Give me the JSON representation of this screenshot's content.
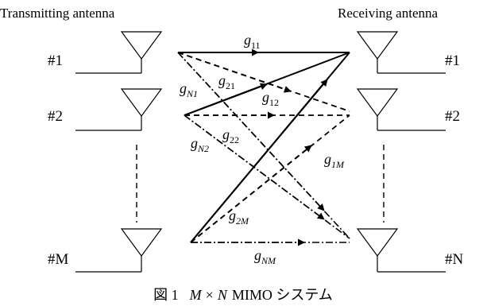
{
  "labels": {
    "tx_title": "Transmitting antenna",
    "rx_title": "Receiving antenna",
    "tx_ports": [
      "#1",
      "#2",
      "#M"
    ],
    "rx_ports": [
      "#1",
      "#2",
      "#N"
    ]
  },
  "gains": {
    "g11": {
      "base": "g",
      "sub": "11"
    },
    "gN1": {
      "base": "g",
      "sub": "N1"
    },
    "g21": {
      "base": "g",
      "sub": "21"
    },
    "g12": {
      "base": "g",
      "sub": "12"
    },
    "g22": {
      "base": "g",
      "sub": "22"
    },
    "gN2": {
      "base": "g",
      "sub": "N2"
    },
    "g1M": {
      "base": "g",
      "sub": "1M"
    },
    "g2M": {
      "base": "g",
      "sub": "2M"
    },
    "gNM": {
      "base": "g",
      "sub": "NM"
    }
  },
  "caption": {
    "prefix": "図 1",
    "m": "M",
    "times": "×",
    "n": "N",
    "suffix": "MIMO システム"
  }
}
